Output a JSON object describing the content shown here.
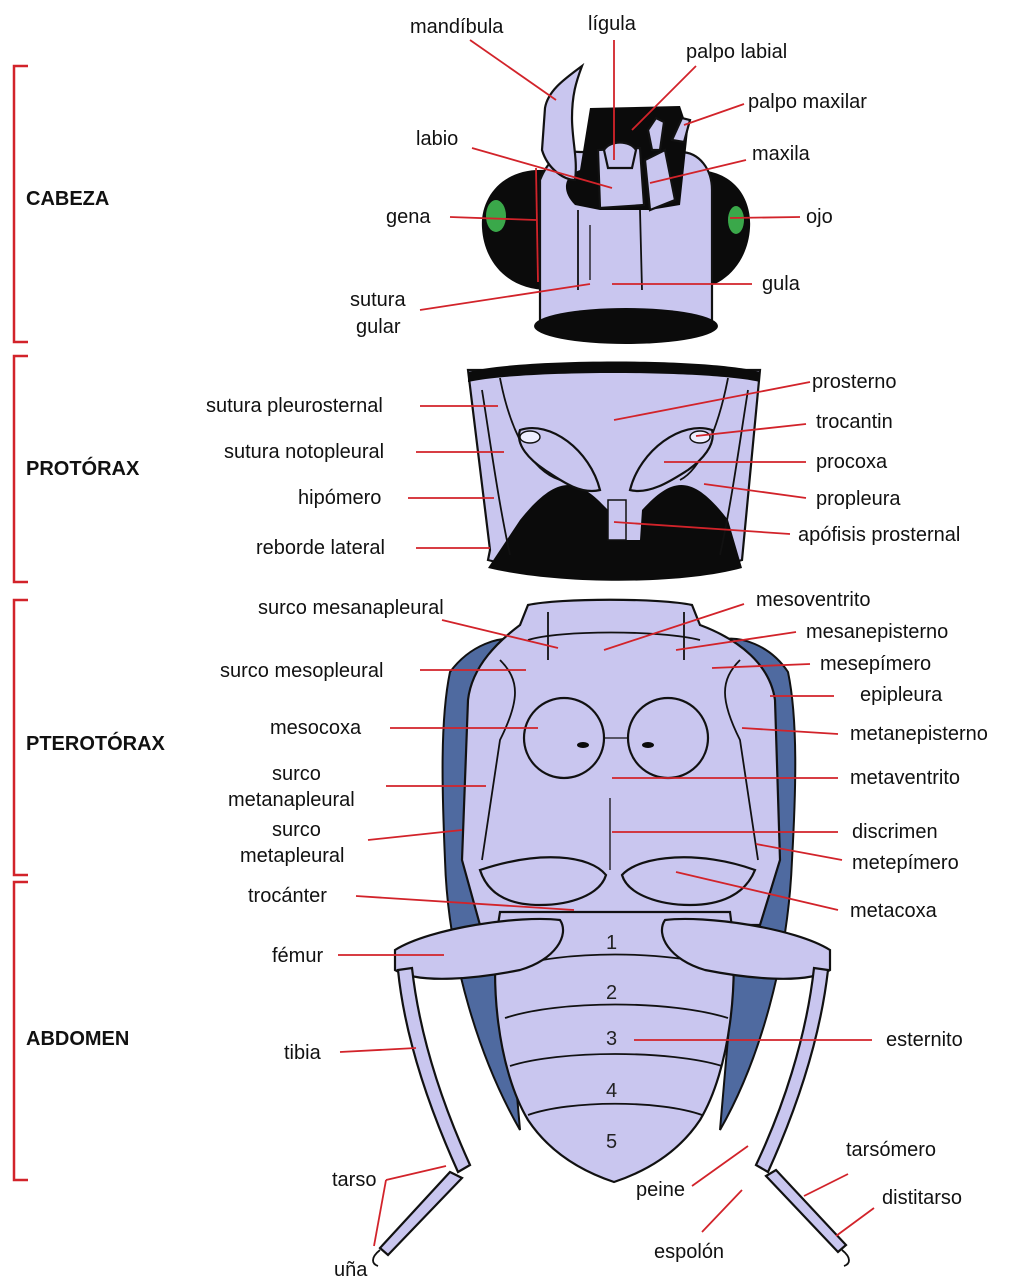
{
  "sections": {
    "cabeza": "CABEZA",
    "protorax": "PROTÓRAX",
    "pterotorax": "PTEROTÓRAX",
    "abdomen": "ABDOMEN"
  },
  "labels": {
    "mandibula": "mandíbula",
    "ligula": "lígula",
    "palpo_labial": "palpo labial",
    "palpo_maxilar": "palpo maxilar",
    "labio": "labio",
    "maxila": "maxila",
    "gena": "gena",
    "ojo": "ojo",
    "gula": "gula",
    "sutura_gular_1": "sutura",
    "sutura_gular_2": "gular",
    "sutura_pleurosternal": "sutura pleurosternal",
    "prosterno": "prosterno",
    "trocantin": "trocantin",
    "sutura_notopleural": "sutura notopleural",
    "procoxa": "procoxa",
    "hipomero": "hipómero",
    "propleura": "propleura",
    "reborde_lateral": "reborde lateral",
    "apofisis_prosternal": "apófisis prosternal",
    "mesoventrito": "mesoventrito",
    "surco_mesanapleural": "surco mesanapleural",
    "mesanepisterno": "mesanepisterno",
    "surco_mesopleural": "surco mesopleural",
    "mesepimero": "mesepímero",
    "epipleura": "epipleura",
    "mesocoxa": "mesocoxa",
    "metanepisterno": "metanepisterno",
    "surco_metanapleural_1": "surco",
    "surco_metanapleural_2": "metanapleural",
    "metaventrito": "metaventrito",
    "surco_metapleural_1": "surco",
    "surco_metapleural_2": "metapleural",
    "discrimen": "discrimen",
    "metepimero": "metepímero",
    "trocanter": "trocánter",
    "metacoxa": "metacoxa",
    "femur": "fémur",
    "tibia": "tibia",
    "esternito": "esternito",
    "tarso": "tarso",
    "una": "uña",
    "peine": "peine",
    "espolon": "espolón",
    "tarsomero": "tarsómero",
    "distitarso": "distitarso"
  },
  "segments": [
    "1",
    "2",
    "3",
    "4",
    "5"
  ],
  "colors": {
    "body_fill": "#c9c6ef",
    "pointer": "#d2232a",
    "bracket": "#d2232a",
    "epipleura": "#4f6aa0",
    "eye": "#3aa84a"
  }
}
